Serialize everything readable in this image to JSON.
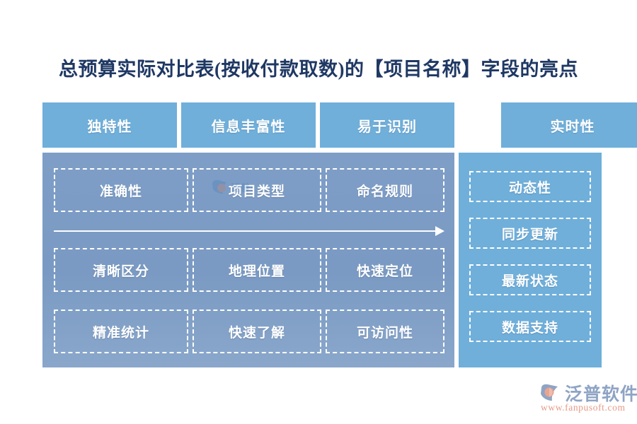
{
  "page": {
    "title": "总预算实际对比表(按收付款取数)的【项目名称】字段的亮点",
    "background_color": "#ffffff",
    "title_color": "#1f3864"
  },
  "colors": {
    "header_blue": "#6fafda",
    "panel_blue": "#7a9ac3",
    "right_panel_blue": "#6fafda",
    "cell_border": "#ffffff",
    "text_white": "#ffffff",
    "logo_text": "#8fa4c4",
    "logo_url": "#e79a86",
    "logo_mark_orange": "#e8a48f",
    "logo_mark_blue": "#8fa4c4"
  },
  "headers": [
    {
      "label": "独特性"
    },
    {
      "label": "信息丰富性"
    },
    {
      "label": "易于识别"
    },
    {
      "label": "实时性"
    }
  ],
  "main_panel": {
    "rows": [
      {
        "cells": [
          {
            "label": "准确性",
            "watermark": false
          },
          {
            "label": "项目类型",
            "watermark": true
          },
          {
            "label": "命名规则",
            "watermark": false
          }
        ]
      },
      {
        "cells": [
          {
            "label": "清晰区分",
            "watermark": false
          },
          {
            "label": "地理位置",
            "watermark": false
          },
          {
            "label": "快速定位",
            "watermark": false
          }
        ]
      },
      {
        "cells": [
          {
            "label": "精准统计",
            "watermark": false
          },
          {
            "label": "快速了解",
            "watermark": false
          },
          {
            "label": "可访问性",
            "watermark": false
          }
        ]
      }
    ],
    "arrow": {
      "icon": "arrow-right-icon",
      "direction": "right"
    }
  },
  "right_panel": {
    "cells": [
      {
        "label": "动态性"
      },
      {
        "label": "同步更新"
      },
      {
        "label": "最新状态"
      },
      {
        "label": "数据支持"
      }
    ]
  },
  "logo": {
    "mark_icon": "fanpu-logo-mark-icon",
    "name": "泛普软件",
    "url": "www.fanpusoft.com"
  }
}
